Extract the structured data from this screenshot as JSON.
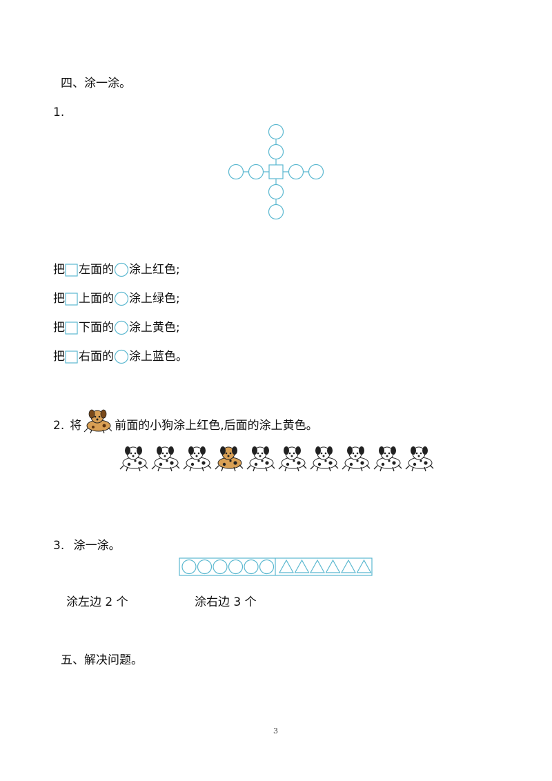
{
  "section4": {
    "title": "四、涂一涂。",
    "q1": {
      "number": "1.",
      "lines": [
        {
          "pre": "把",
          "mid": "左面的",
          "post": "涂上红色;"
        },
        {
          "pre": "把",
          "mid": "上面的",
          "post": "涂上绿色;"
        },
        {
          "pre": "把",
          "mid": "下面的",
          "post": "涂上黄色;"
        },
        {
          "pre": "把",
          "mid": "右面的",
          "post": "涂上蓝色。"
        }
      ]
    },
    "q2": {
      "number": "2.",
      "pre": "将",
      "post": "前面的小狗涂上红色,后面的涂上黄色。",
      "dog_count": 10,
      "highlight_index": 3
    },
    "q3": {
      "number": "3.",
      "title": "涂一涂。",
      "left_label": "涂左边 2 个",
      "right_label": "涂右边 3 个",
      "circle_count": 6,
      "triangle_count": 6
    }
  },
  "section5": {
    "title": "五、解决问题。"
  },
  "page_number": "3",
  "colors": {
    "shape_stroke": "#5bb8d0",
    "dog_highlight": "#d9a055",
    "dog_plain": "#ffffff"
  }
}
